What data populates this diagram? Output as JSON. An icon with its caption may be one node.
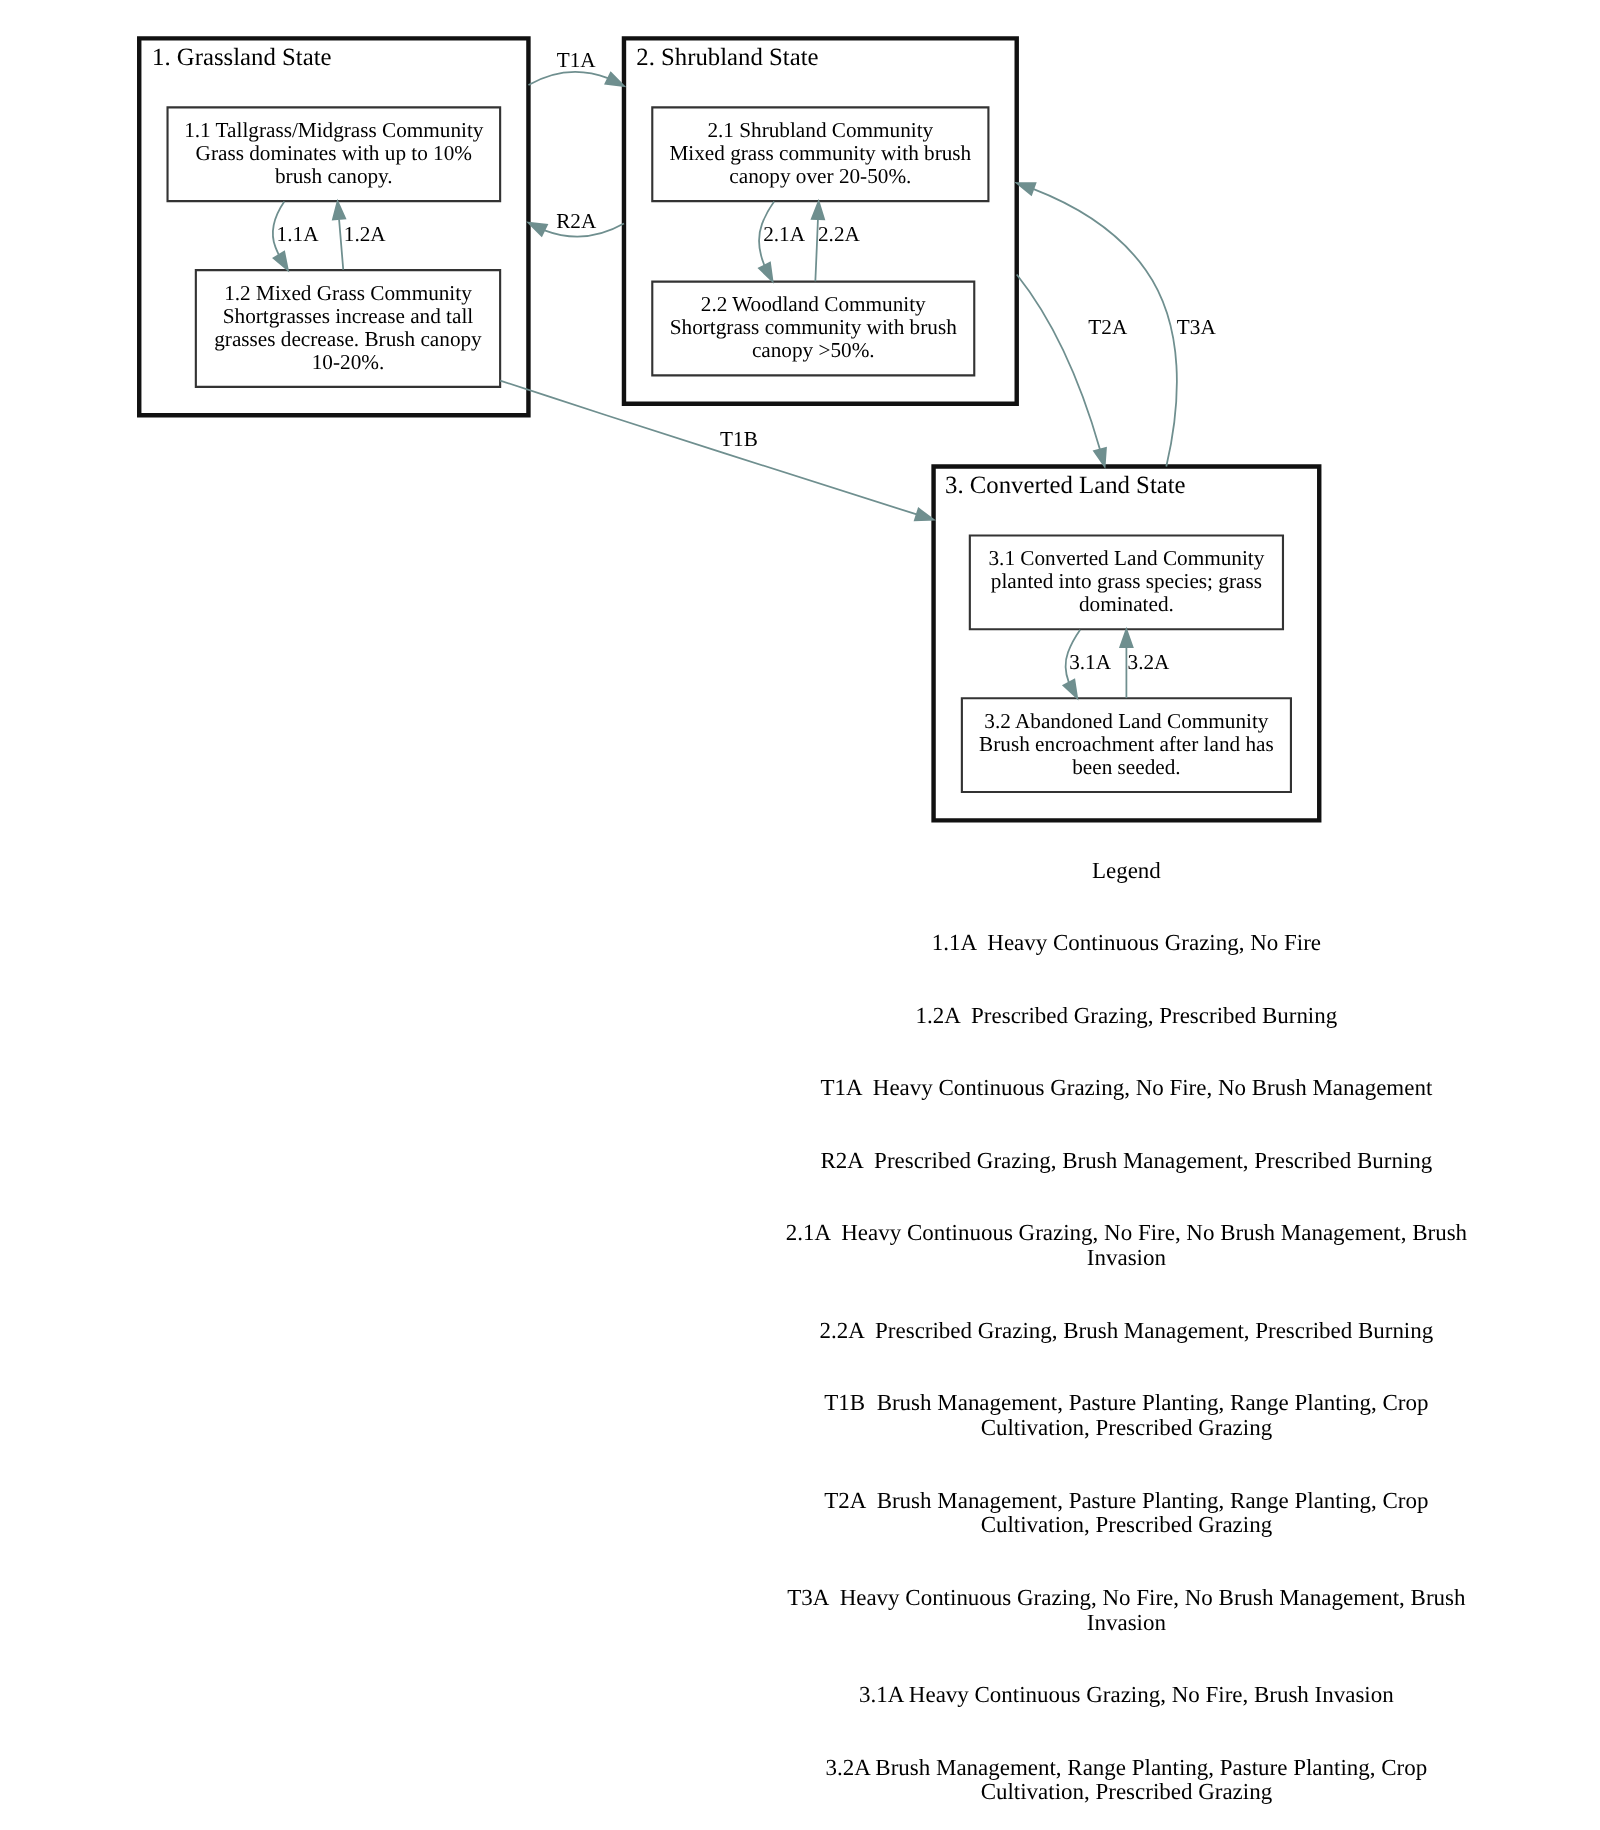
{
  "diagram": {
    "nodes": [
      {
        "text": [
          "1. Grassland State"
        ]
      },
      {
        "text": [
          "1.1 Tallgrass/Midgrass Community",
          "Grass dominates with up to 10% brush canopy."
        ],
        "in": 0
      },
      {
        "text": [
          "1.2 Mixed Grass Community",
          "Shortgrasses increase and tall grasses decrease. Brush canopy 10-20%."
        ],
        "in": 0
      },
      {
        "text": [
          "2. Shrubland State"
        ]
      },
      {
        "text": [
          "2.1 Shrubland Community",
          "Mixed grass community with brush canopy over 20-50%."
        ],
        "in": 3
      },
      {
        "text": [
          "2.2 Woodland Community",
          "Shortgrass community with brush canopy >50%."
        ],
        "in": 3
      },
      {
        "text": [
          "3. Converted Land State"
        ]
      },
      {
        "text": [
          "3.1 Converted Land Community",
          "planted into grass species; grass dominated."
        ],
        "in": 6
      },
      {
        "text": [
          "3.2 Abandoned Land Community",
          "Brush encroachment after land has been seeded."
        ],
        "in": 6
      }
    ],
    "edges": [
      {
        "from": 1,
        "to": 2,
        "arrow": "to",
        "label": "1.1A"
      },
      {
        "from": 2,
        "to": 1,
        "arrow": "to",
        "label": "1.2A"
      },
      {
        "from": 0,
        "to": 3,
        "arrow": "to",
        "label": "T1A"
      },
      {
        "from": 3,
        "to": 0,
        "arrow": "to",
        "label": "R2A"
      },
      {
        "from": 4,
        "to": 5,
        "arrow": "to",
        "label": "2.1A"
      },
      {
        "from": 5,
        "to": 4,
        "arrow": "to",
        "label": "2.2A"
      },
      {
        "from": 3,
        "to": 6,
        "arrow": "to",
        "label": "T2A"
      },
      {
        "from": 6,
        "to": 3,
        "arrow": "to",
        "label": "T3A"
      },
      {
        "from": 2,
        "to": 6,
        "arrow": "to",
        "label": "T1B"
      },
      {
        "from": 7,
        "to": 8,
        "arrow": "to",
        "label": "3.1A"
      },
      {
        "from": 8,
        "to": 7,
        "arrow": "to",
        "label": "3.2A"
      }
    ],
    "labels": [
      "Legend",
      "1.1A  Heavy Continuous Grazing, No Fire",
      "1.2A  Prescribed Grazing, Prescribed Burning",
      "T1A  Heavy Continuous Grazing, No Fire, No Brush Management",
      "R2A  Prescribed Grazing, Brush Management, Prescribed Burning",
      "2.1A  Heavy Continuous Grazing, No Fire, No Brush Management, Brush Invasion",
      "2.2A  Prescribed Grazing, Brush Management, Prescribed Burning",
      "T1B  Brush Management, Pasture Planting, Range Planting, Crop Cultivation, Prescribed Grazing",
      "T2A  Brush Management, Pasture Planting, Range Planting, Crop Cultivation, Prescribed Grazing",
      "T3A  Heavy Continuous Grazing, No Fire, No Brush Management, Brush Invasion",
      "3.1A Heavy Continuous Grazing, No Fire, Brush Invasion",
      "3.2A Brush Management, Range Planting, Pasture Planting, Crop Cultivation, Prescribed Grazing"
    ]
  }
}
